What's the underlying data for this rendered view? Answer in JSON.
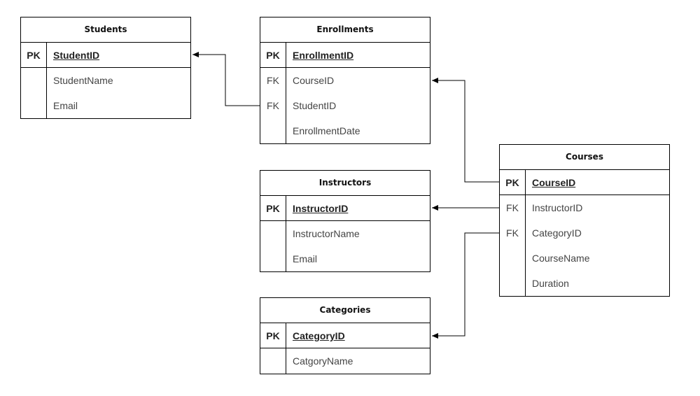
{
  "tables": {
    "students": {
      "title": "Students",
      "pk": {
        "key": "PK",
        "field": "StudentID"
      },
      "fields": [
        {
          "key": "",
          "field": "StudentName"
        },
        {
          "key": "",
          "field": "Email"
        }
      ]
    },
    "enrollments": {
      "title": "Enrollments",
      "pk": {
        "key": "PK",
        "field": "EnrollmentID"
      },
      "fields": [
        {
          "key": "FK",
          "field": "CourseID"
        },
        {
          "key": "FK",
          "field": "StudentID"
        },
        {
          "key": "",
          "field": "EnrollmentDate"
        }
      ]
    },
    "courses": {
      "title": "Courses",
      "pk": {
        "key": "PK",
        "field": "CourseID"
      },
      "fields": [
        {
          "key": "FK",
          "field": "InstructorID"
        },
        {
          "key": "FK",
          "field": "CategoryID"
        },
        {
          "key": "",
          "field": "CourseName"
        },
        {
          "key": "",
          "field": "Duration"
        }
      ]
    },
    "instructors": {
      "title": "Instructors",
      "pk": {
        "key": "PK",
        "field": "InstructorID"
      },
      "fields": [
        {
          "key": "",
          "field": "InstructorName"
        },
        {
          "key": "",
          "field": "Email"
        }
      ]
    },
    "categories": {
      "title": "Categories",
      "pk": {
        "key": "PK",
        "field": "CategoryID"
      },
      "fields": [
        {
          "key": "",
          "field": "CatgoryName"
        }
      ]
    }
  },
  "colors": {
    "line": "#000000",
    "text": "#444444",
    "background": "#ffffff"
  }
}
